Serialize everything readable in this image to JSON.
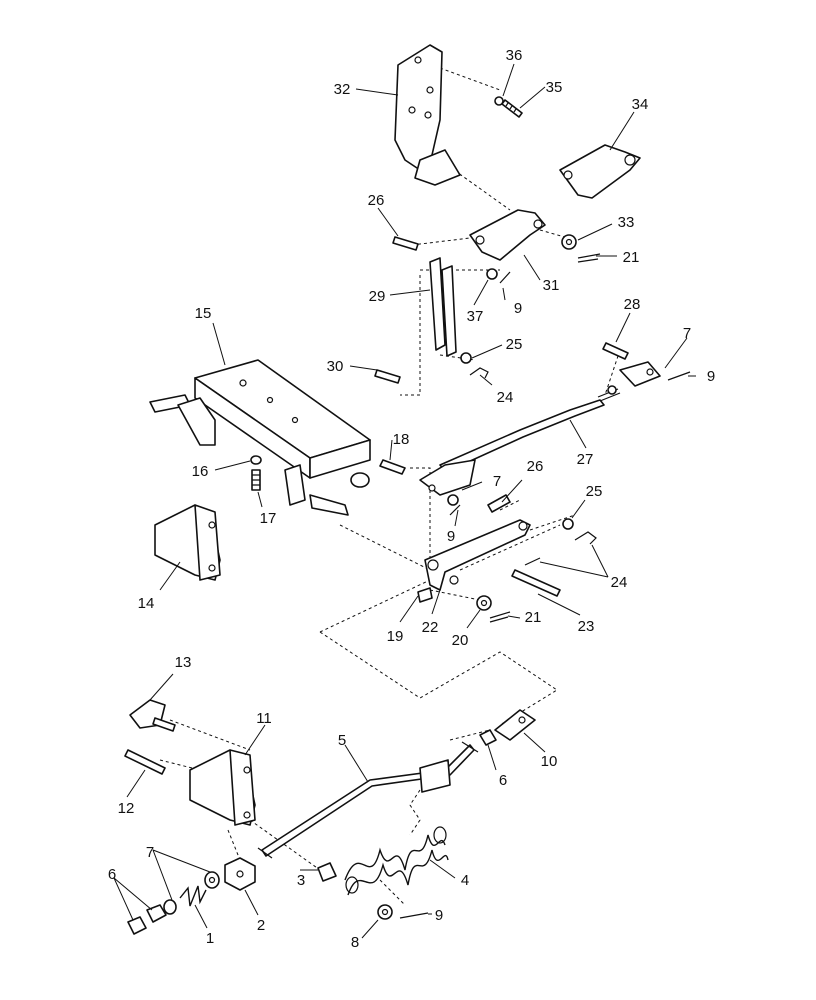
{
  "diagram": {
    "callouts": {
      "c1": "1",
      "c2": "2",
      "c3": "3",
      "c4": "4",
      "c5": "5",
      "c6a": "6",
      "c6b": "6",
      "c7a": "7",
      "c7b": "7",
      "c7c": "7",
      "c8": "8",
      "c9a": "9",
      "c9b": "9",
      "c9c": "9",
      "c9d": "9",
      "c10": "10",
      "c11": "11",
      "c12": "12",
      "c13": "13",
      "c14": "14",
      "c15": "15",
      "c16": "16",
      "c17": "17",
      "c18": "18",
      "c19": "19",
      "c20": "20",
      "c21a": "21",
      "c21b": "21",
      "c22": "22",
      "c23": "23",
      "c24a": "24",
      "c24b": "24",
      "c25a": "25",
      "c25b": "25",
      "c26a": "26",
      "c26b": "26",
      "c27": "27",
      "c28": "28",
      "c29": "29",
      "c30": "30",
      "c31": "31",
      "c32": "32",
      "c33": "33",
      "c34": "34",
      "c35": "35",
      "c36": "36",
      "c37": "37"
    }
  }
}
